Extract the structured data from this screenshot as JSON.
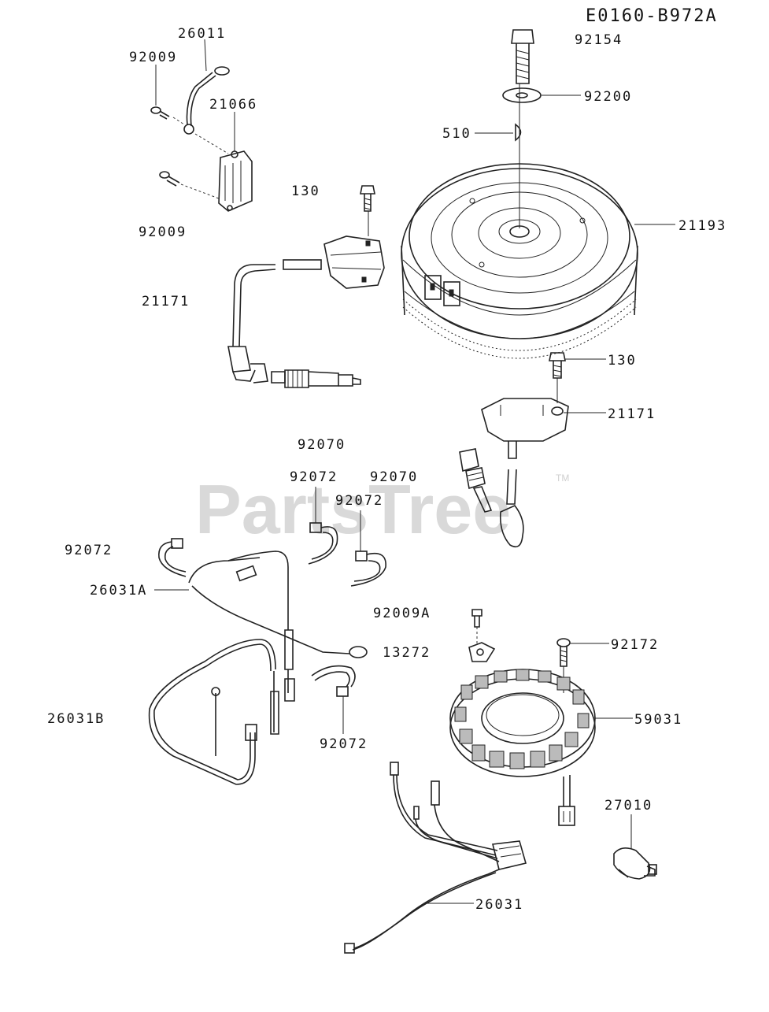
{
  "diagram_code": "E0160-B972A",
  "watermark": "PartsTree",
  "watermark_tm": "TM",
  "labels": {
    "p26011": "26011",
    "p92009_top": "92009",
    "p21066": "21066",
    "p92009_bottom": "92009",
    "p92154": "92154",
    "p92200": "92200",
    "p510": "510",
    "p130_top": "130",
    "p21193": "21193",
    "p21171_left": "21171",
    "p130_right": "130",
    "p21171_right": "21171",
    "p92070_a": "92070",
    "p92072_a": "92072",
    "p92070_b": "92070",
    "p92072_b": "92072",
    "p92072_c": "92072",
    "p26031A": "26031A",
    "p92009A": "92009A",
    "p13272": "13272",
    "p92172": "92172",
    "p59031": "59031",
    "p26031B": "26031B",
    "p92072_d": "92072",
    "p27010": "27010",
    "p26031": "26031"
  }
}
